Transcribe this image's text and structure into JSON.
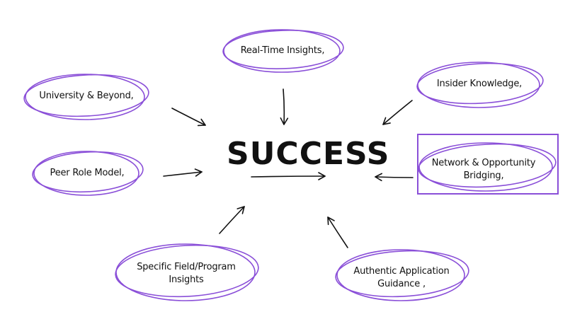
{
  "diagram": {
    "center": "SUCCESS",
    "accent_color": "#8a4fd8",
    "nodes": [
      {
        "id": "real-time",
        "label": "Real-Time Insights,"
      },
      {
        "id": "insider",
        "label": "Insider Knowledge,"
      },
      {
        "id": "university",
        "label": "University & Beyond,"
      },
      {
        "id": "peer",
        "label": "Peer Role Model,"
      },
      {
        "id": "network",
        "label_line1": "Network & Opportunity",
        "label_line2": "Bridging,"
      },
      {
        "id": "specific",
        "label_line1": "Specific Field/Program",
        "label_line2": "Insights"
      },
      {
        "id": "authentic",
        "label_line1": "Authentic Application",
        "label_line2": "Guidance ,"
      }
    ]
  }
}
